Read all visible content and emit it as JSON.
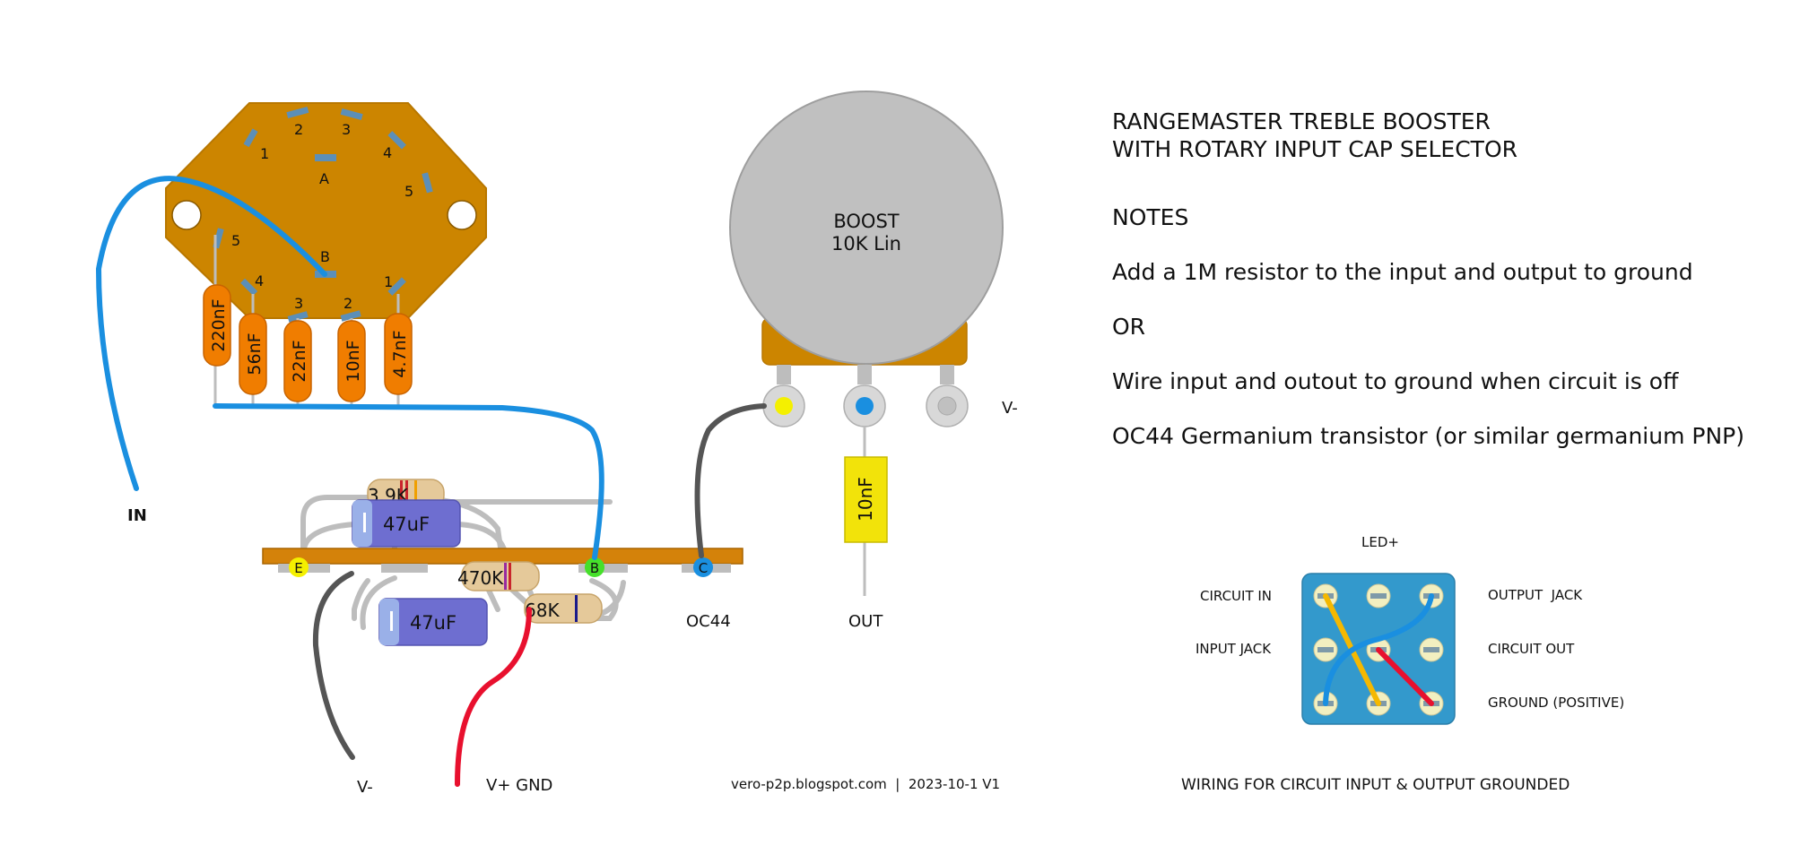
{
  "rotary_switch": {
    "pole_a": "A",
    "pole_b": "B",
    "a_positions": [
      "1",
      "2",
      "3",
      "4",
      "5"
    ],
    "b_positions": [
      "5",
      "4",
      "3",
      "2",
      "1"
    ]
  },
  "capacitors": [
    "220nF",
    "56nF",
    "22nF",
    "10nF",
    "4.7nF"
  ],
  "board": {
    "resistor_top": "3.9K",
    "electrolytic_top": "47uF",
    "resistor_mid": "470K",
    "electrolytic_bottom": "47uF",
    "resistor_bottom": "68K",
    "pin_e": "E",
    "pin_b": "B",
    "pin_c": "C",
    "transistor": "OC44"
  },
  "labels": {
    "in": "IN",
    "v_minus_bottom": "V-",
    "v_plus_gnd": "V+ GND",
    "out": "OUT",
    "v_minus_pot": "V-",
    "credit": "vero-p2p.blogspot.com  |  2023-10-1 V1"
  },
  "pot": {
    "name": "BOOST",
    "value": "10K Lin"
  },
  "output_cap": "10nF",
  "notes": {
    "title_line1": "RANGEMASTER TREBLE BOOSTER",
    "title_line2": "WITH ROTARY INPUT CAP SELECTOR",
    "heading": "NOTES",
    "note1": "Add a 1M resistor to the input and output to ground",
    "or": "OR",
    "note2": "Wire input and outout to ground when circuit is off",
    "note3": "OC44 Germanium transistor (or similar germanium PNP)"
  },
  "footswitch": {
    "led": "LED+",
    "circuit_in": "CIRCUIT IN",
    "input_jack": "INPUT JACK",
    "output_jack": "OUTPUT  JACK",
    "circuit_out": "CIRCUIT OUT",
    "ground": "GROUND (POSITIVE)",
    "caption": "WIRING FOR CIRCUIT INPUT & OUTPUT GROUNDED"
  },
  "colors": {
    "wire_blue": "#1a8fe0",
    "wire_red": "#e8102e",
    "wire_gray": "#555555",
    "board_orange": "#d4820a",
    "switch_body": "#cc8500",
    "cap_orange": "#f07d00",
    "electrolytic": "#6e6ed0",
    "film_cap": "#f2e30a",
    "pot_gray": "#c0c0c0",
    "footswitch_blue": "#3399cc"
  }
}
